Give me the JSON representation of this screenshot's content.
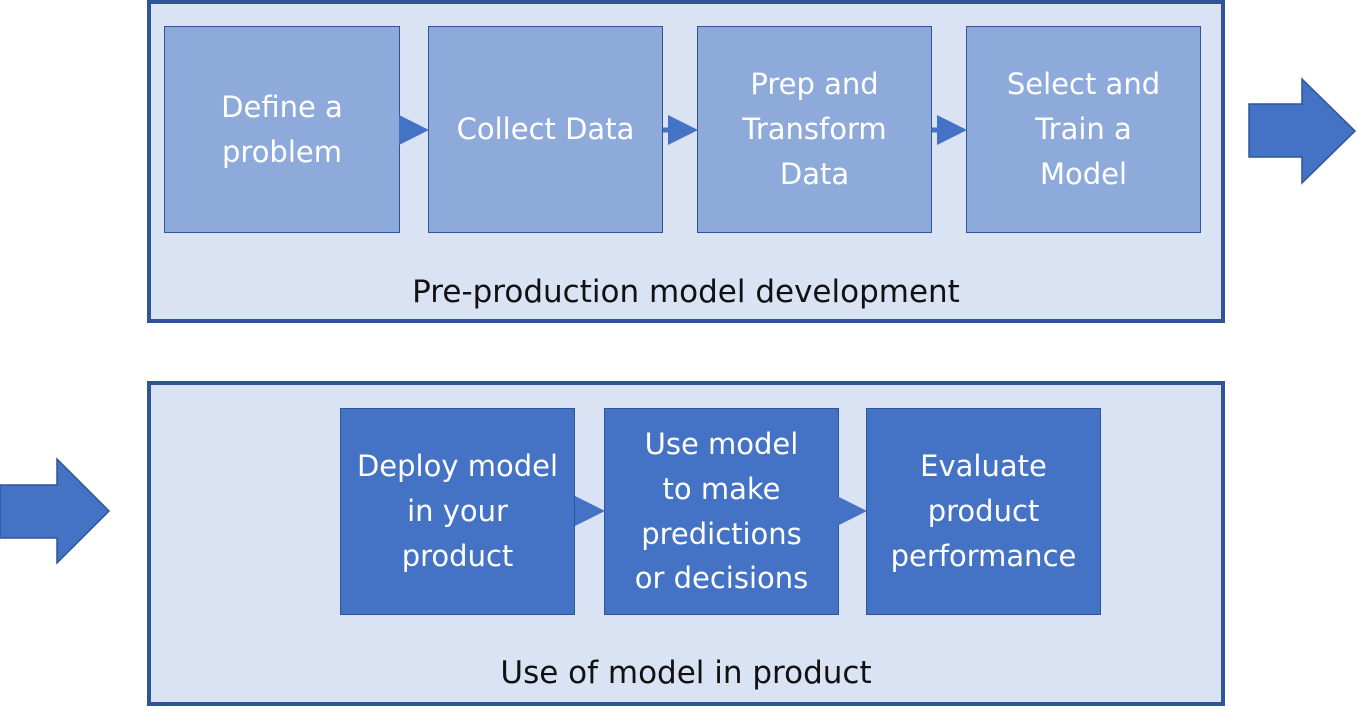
{
  "pre_production": {
    "caption": "Pre-production model development",
    "steps": [
      "Define a problem",
      "Collect Data",
      "Prep and Transform Data",
      "Select and Train a Model"
    ]
  },
  "use_in_product": {
    "caption": "Use of model in product",
    "steps": [
      "Deploy model in your product",
      "Use model to make predictions or decisions",
      "Evaluate product performance"
    ]
  },
  "colors": {
    "group_fill": "#dae3f3",
    "group_border": "#2f5597",
    "step_light": "#8eaadb",
    "step_dark": "#4472c4",
    "arrow": "#4472c4"
  }
}
